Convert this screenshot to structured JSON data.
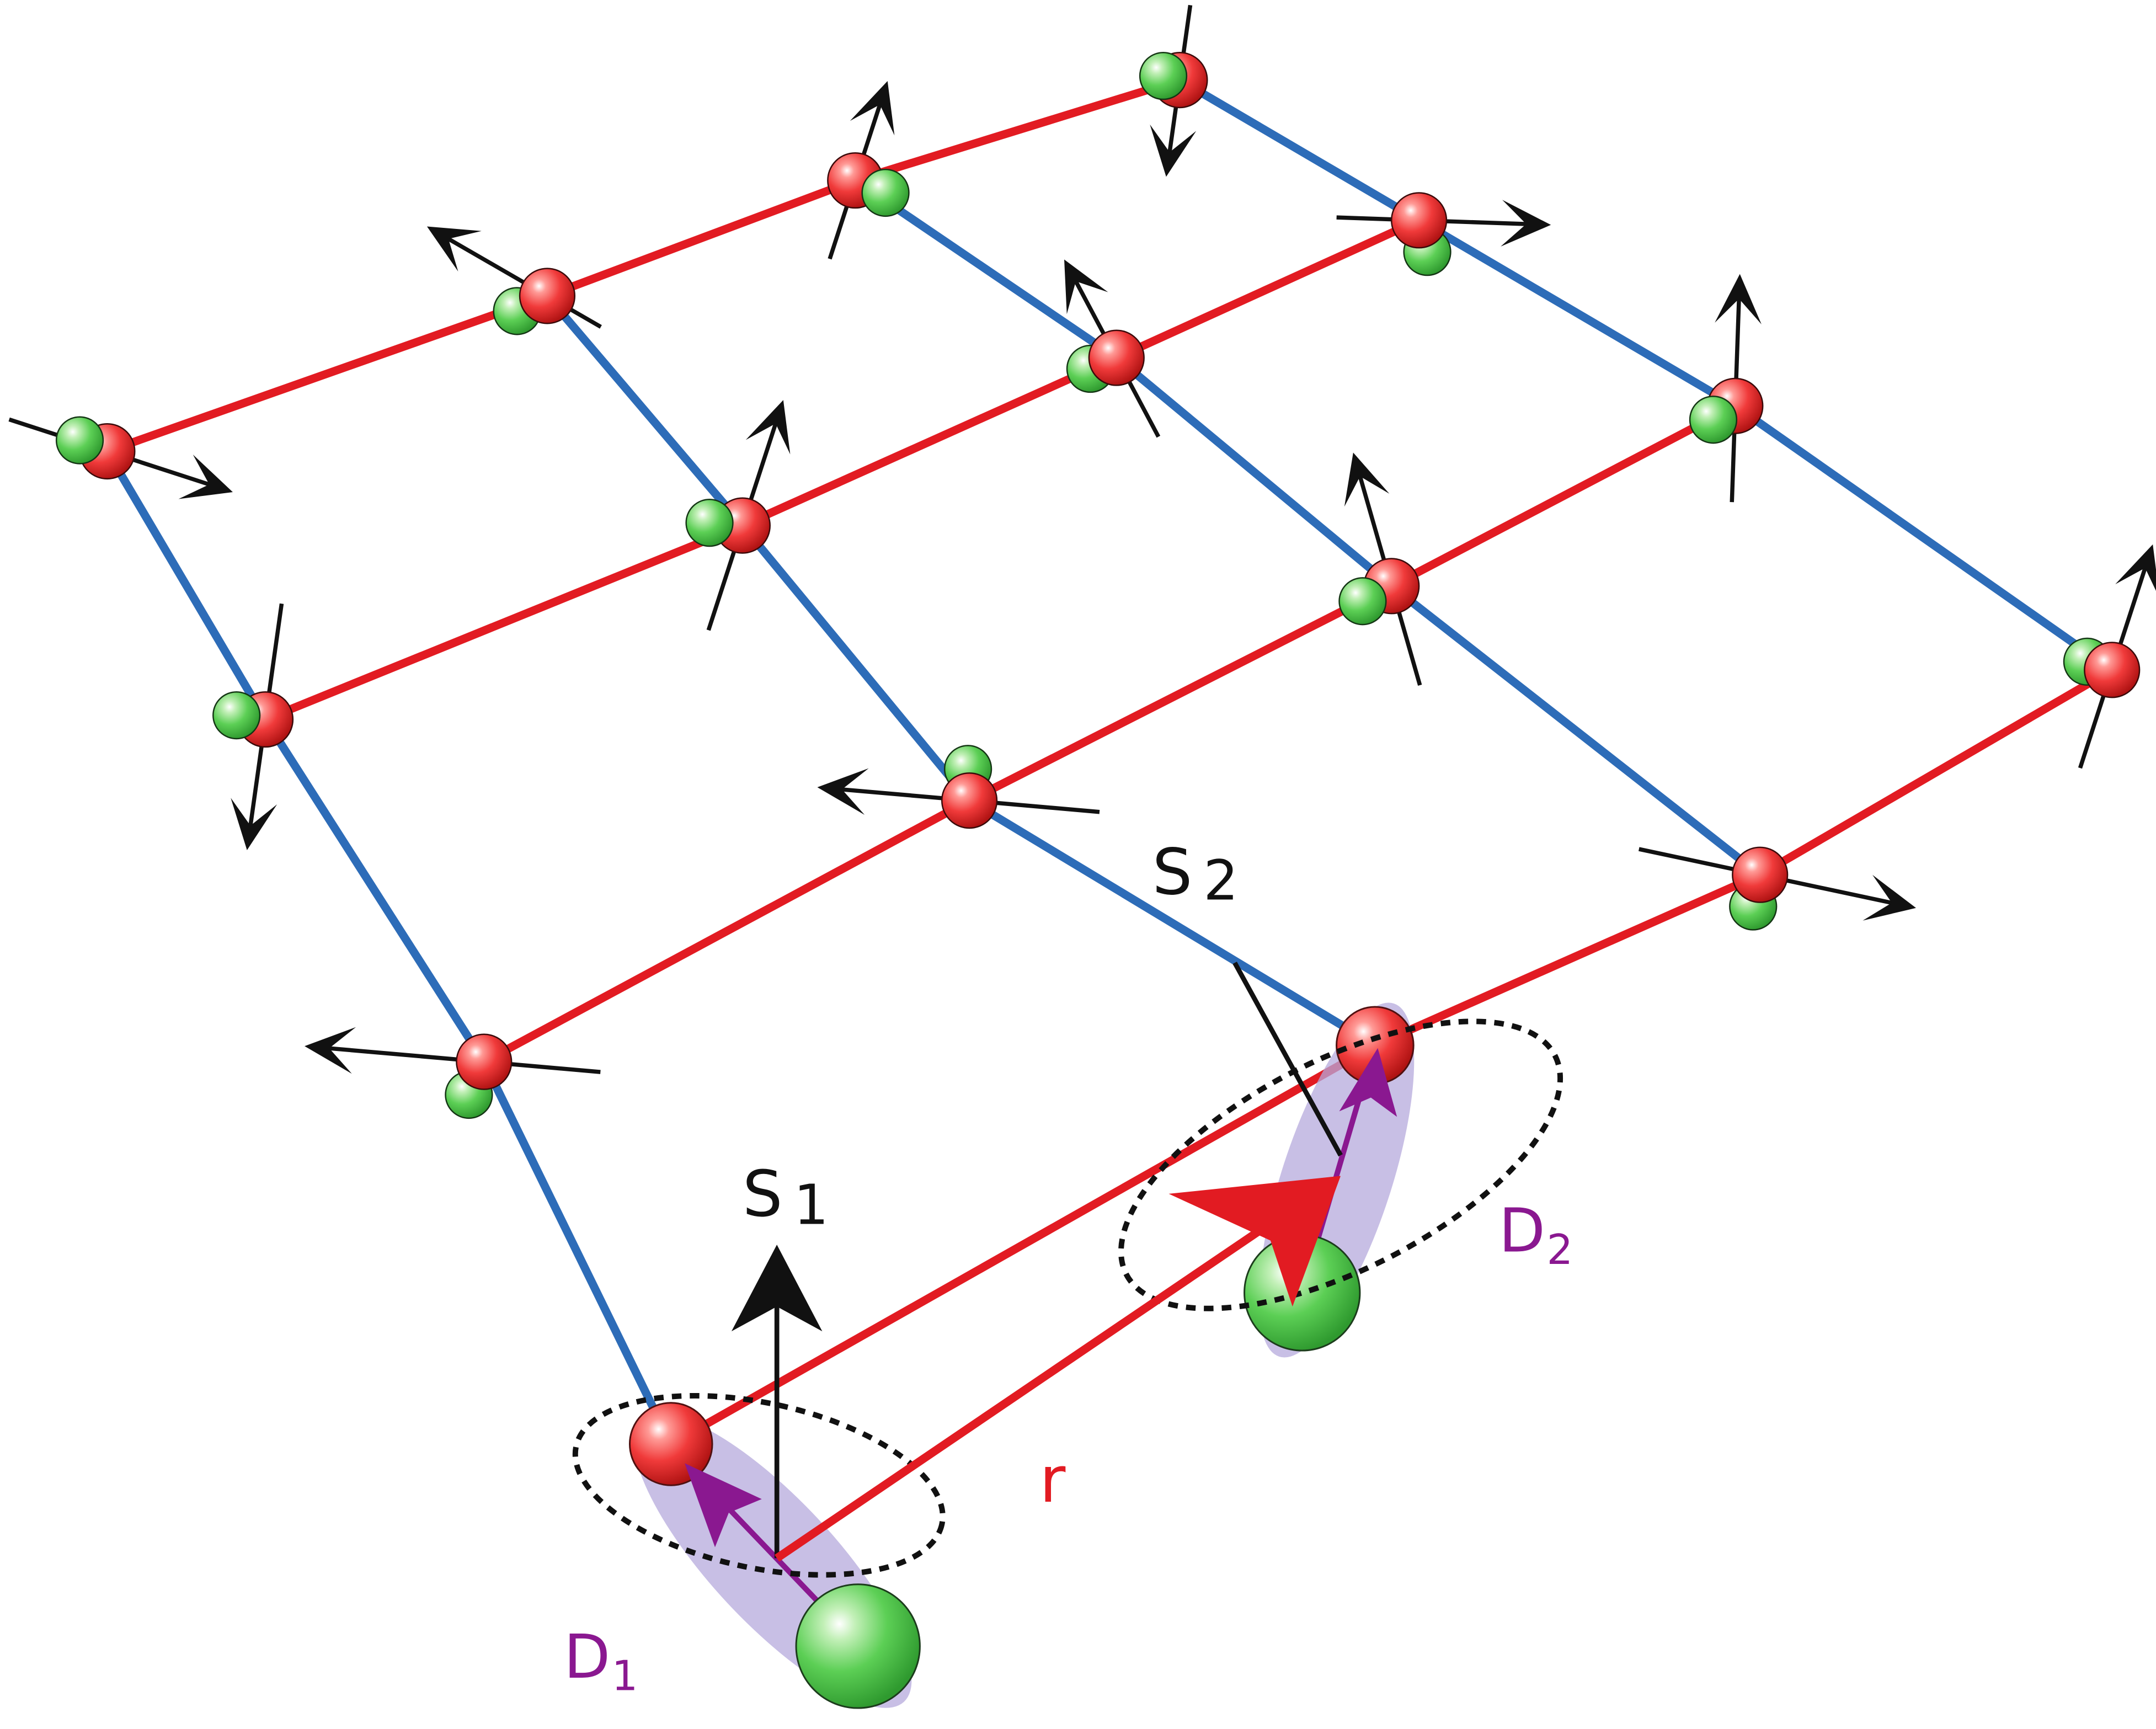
{
  "labels": {
    "s1_main": "S",
    "s1_sub": "1",
    "s2_main": "S",
    "s2_sub": "2",
    "d1_main": "D",
    "d1_sub": "1",
    "d2_main": "D",
    "d2_sub": "2",
    "r": "r"
  },
  "colors": {
    "red_bond": "#e21b22",
    "blue_bond": "#2d6cb8",
    "red_atom": "#f23a3a",
    "green_atom": "#4ec94e",
    "spin_arrow": "#1a1a1a",
    "dipole": "#8a1890",
    "halo": "#b6a9dc",
    "vector_r": "#e21b22"
  }
}
